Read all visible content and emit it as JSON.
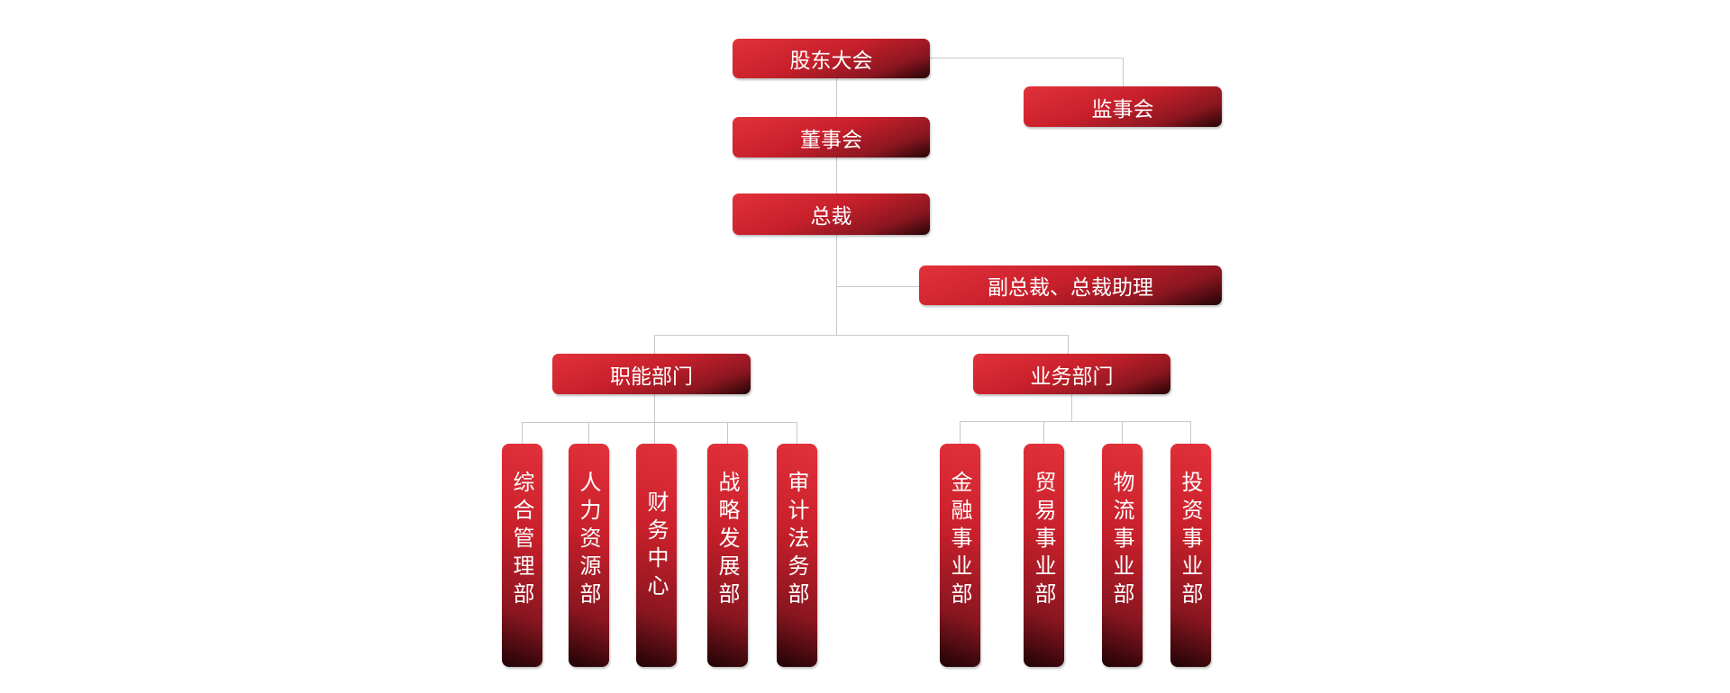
{
  "top": {
    "shareholders": "股东大会",
    "supervisors": "监事会",
    "board": "董事会",
    "president": "总裁",
    "vice_president": "副总裁、总裁助理"
  },
  "functional": {
    "label": "职能部门",
    "departments": [
      "综合管理部",
      "人力资源部",
      "财务中心",
      "战略发展部",
      "审计法务部"
    ]
  },
  "business": {
    "label": "业务部门",
    "departments": [
      "金融事业部",
      "贸易事业部",
      "物流事业部",
      "投资事业部"
    ]
  }
}
